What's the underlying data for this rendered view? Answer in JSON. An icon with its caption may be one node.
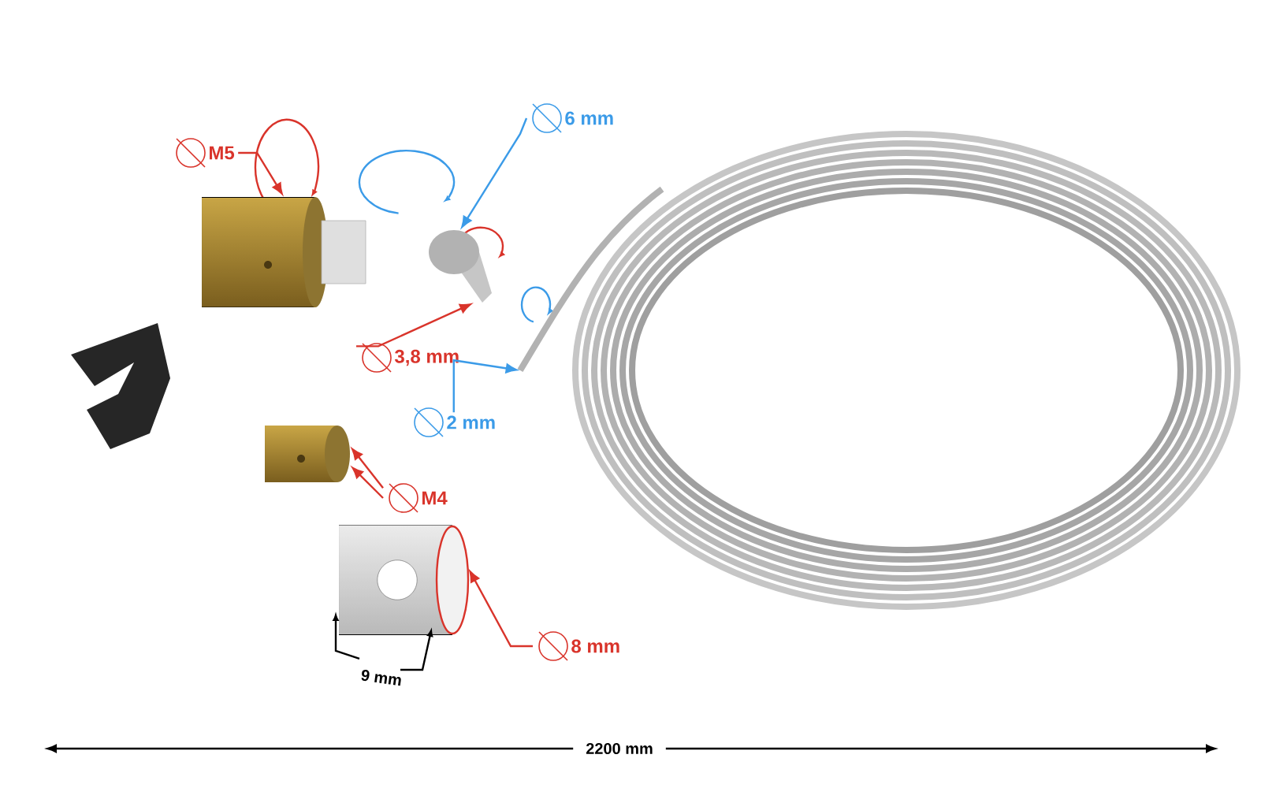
{
  "diagram": {
    "nodes": [
      {
        "text": [
          "M5"
        ]
      },
      {
        "text": [],
        "shape": "picture"
      },
      {
        "text": [
          "6 mm"
        ]
      },
      {
        "text": [],
        "shape": "picture"
      },
      {
        "text": [
          "3,8 mm"
        ]
      },
      {
        "text": [
          "2 mm"
        ]
      },
      {
        "text": [],
        "shape": "picture"
      },
      {
        "text": [
          "M4"
        ]
      },
      {
        "text": [],
        "shape": "picture"
      },
      {
        "text": [
          "8 mm"
        ]
      },
      {
        "text": [],
        "shape": "picture"
      }
    ],
    "edges": [
      {
        "from": 0,
        "to": 1,
        "arrow": "to"
      },
      {
        "from": 2,
        "to": 3,
        "arrow": "to",
        "color": "#3b9be8"
      },
      {
        "from": 4,
        "to": 3,
        "arrow": "to"
      },
      {
        "from": 5,
        "to": 6,
        "arrow": "to",
        "color": "#3b9be8"
      },
      {
        "from": 7,
        "to": 8,
        "arrow": "to"
      },
      {
        "from": 7,
        "to": 8,
        "arrow": "to"
      },
      {
        "from": 9,
        "to": 10,
        "arrow": "to"
      }
    ],
    "labels": [
      "9 mm",
      "2200 mm"
    ]
  }
}
